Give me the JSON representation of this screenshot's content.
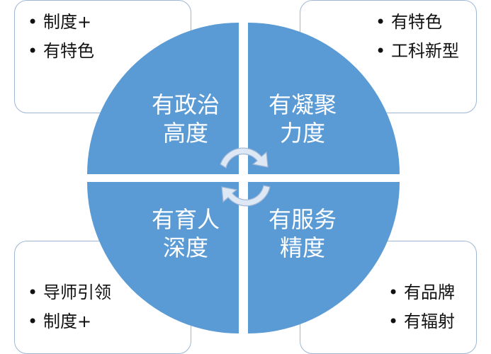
{
  "boxes": {
    "top_left": [
      "制度+",
      "有特色"
    ],
    "top_right": [
      "有特色",
      "工科新型"
    ],
    "bottom_left": [
      "导师引领",
      "制度+"
    ],
    "bottom_right": [
      "有品牌",
      "有辐射"
    ]
  },
  "quadrants": {
    "top_left": {
      "line1": "有政治",
      "line2": "高度"
    },
    "top_right": {
      "line1": "有凝聚",
      "line2": "力度"
    },
    "bottom_left": {
      "line1": "有育人",
      "line2": "深度"
    },
    "bottom_right": {
      "line1": "有服务",
      "line2": "精度"
    }
  },
  "colors": {
    "quadrant_fill": "#5b9bd5",
    "box_border": "#9fb6d6",
    "arrow_fill": "#dde8f4"
  },
  "icons": {
    "center": "cycle-arrows-icon"
  }
}
